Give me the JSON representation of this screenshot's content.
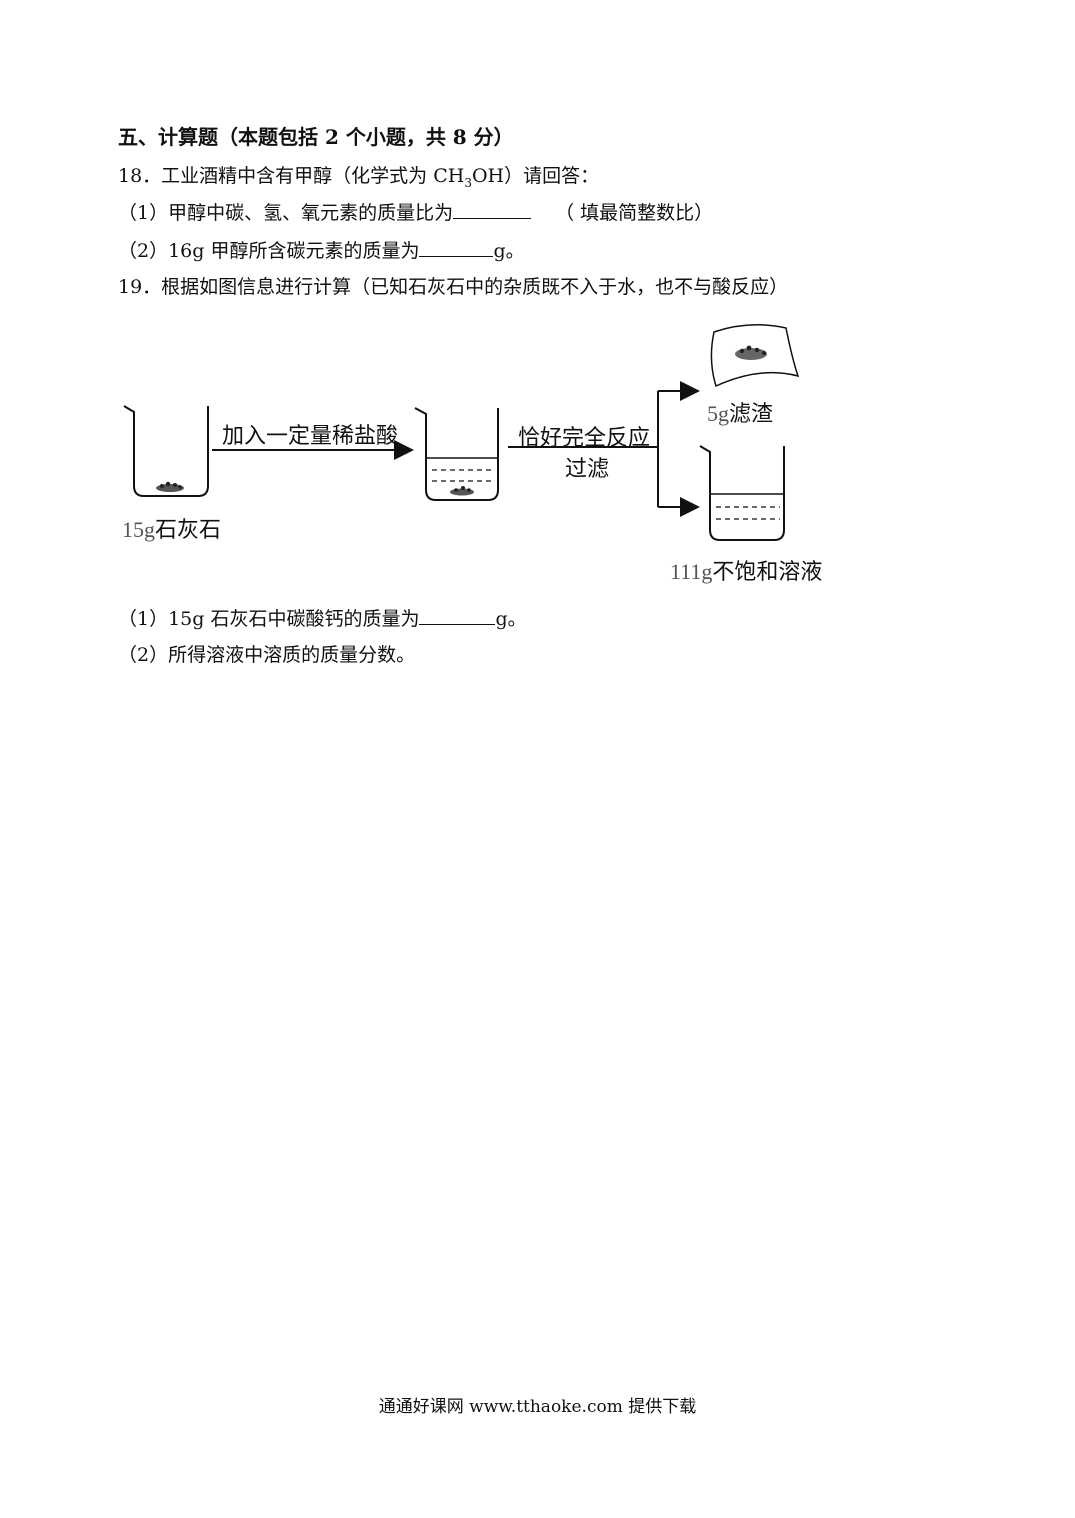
{
  "section": {
    "title": "五、计算题（本题包括 2 个小题，共 8 分）"
  },
  "q18": {
    "stem_before": "18．工业酒精中含有甲醇（化学式为 CH",
    "stem_sub": "3",
    "stem_after": "OH）请回答：",
    "part1_text": "（1）甲醇中碳、氢、氧元素的质量比为",
    "part1_hint": "（ 填最简整数比）",
    "part2_text": "（2）16g 甲醇所含碳元素的质量为",
    "part2_unit": "g。"
  },
  "q19": {
    "stem": "19．根据如图信息进行计算（已知石灰石中的杂质既不入于水，也不与酸反应）",
    "part1_text": "（1）15g 石灰石中碳酸钙的质量为",
    "part1_unit": "g。",
    "part2_text": "（2）所得溶液中溶质的质量分数。"
  },
  "diagram": {
    "start_mass": "15g",
    "start_name": "石灰石",
    "arrow1_label": "加入一定量稀盐酸",
    "arrow2_label_top": "恰好完全反应",
    "arrow2_label_bottom": "过滤",
    "residue_mass": "5g",
    "residue_name": "滤渣",
    "solution_mass": "111g",
    "solution_name": "不饱和溶液"
  },
  "footer": {
    "text": "通通好课网 www.tthaoke.com 提供下载"
  }
}
